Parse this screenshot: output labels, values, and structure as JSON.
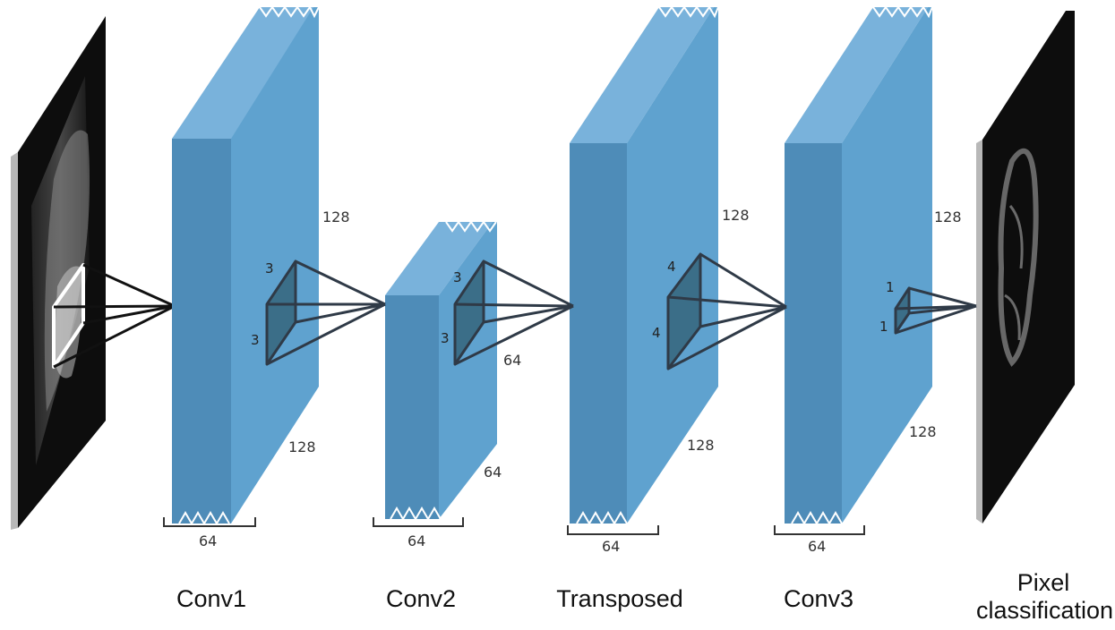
{
  "stages": {
    "conv1": "Conv1",
    "conv2": "Conv2",
    "transposed": "Transposed",
    "conv3": "Conv3",
    "output_line1": "Pixel",
    "output_line2": "classification"
  },
  "dims": {
    "conv1_height": "128",
    "conv1_width": "128",
    "conv1_depth": "64",
    "conv2_height": "64",
    "conv2_width": "64",
    "conv2_depth": "64",
    "transposed_height": "128",
    "transposed_width": "128",
    "transposed_depth": "64",
    "conv3_height": "128",
    "conv3_width": "128",
    "conv3_depth": "64"
  },
  "kernels": {
    "k1_a": "3",
    "k1_b": "3",
    "k2_a": "3",
    "k2_b": "3",
    "k3_a": "4",
    "k3_b": "4",
    "k4_a": "1",
    "k4_b": "1"
  },
  "colors": {
    "layer_front": "#5fa2cf",
    "layer_side": "#4e8cb8",
    "kernel_fill": "#3b6e88",
    "kernel_stroke": "#2f3a47",
    "image_bg": "#0d0d0d"
  }
}
